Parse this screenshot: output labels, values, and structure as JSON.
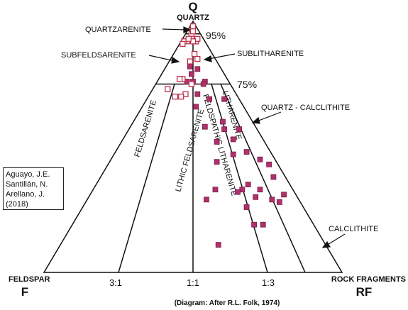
{
  "apex": {
    "top_letter": "Q",
    "top_name": "QUARTZ"
  },
  "corners": {
    "left_name": "FELDSPAR",
    "left_letter": "F",
    "right_name": "ROCK FRAGMENTS",
    "right_letter": "RF"
  },
  "percent_lines": {
    "upper": "95%",
    "lower": "75%"
  },
  "ratios": {
    "r31": "3:1",
    "r11": "1:1",
    "r13": "1:3"
  },
  "fields": {
    "quartzarenite": "QUARTZARENITE",
    "subfeldsarenite": "SUBFELDSARENITE",
    "sublitharenite": "SUBLITHARENITE",
    "quartz_calclithite": "QUARTZ - CALCLITHITE",
    "feldsarenite": "FELDSARENITE",
    "lithic_feldsarenite": "LITHIC FELDSARENITE",
    "feldspathic_litharenite": "FELDSPATHIC LITHARENITE",
    "litharenite": "LITHARENITE",
    "calclithite": "CALCLITHITE"
  },
  "credit_box": [
    "Aguayo, J.E.",
    "Santillán, N.",
    "Arellano, J.",
    "(2018)"
  ],
  "caption": "(Diagram: After R.L. Folk, 1974)",
  "colors": {
    "line": "#111111",
    "filled_sample": "#b0306a",
    "filled_sample_edge": "#7a1d48",
    "hollow_sample": "#c0304a"
  },
  "chart_data": {
    "type": "scatter",
    "series": [
      {
        "marker": "filled-square",
        "points": [
          [
            0.07,
            0.65
          ],
          [
            0.04,
            0.65
          ],
          [
            0.09,
            0.62
          ],
          [
            0.17,
            0.64
          ],
          [
            0.2,
            0.61
          ],
          [
            0.11,
            0.56
          ],
          [
            0.04,
            0.58
          ],
          [
            0.14,
            0.56
          ],
          [
            0.19,
            0.55
          ],
          [
            0.03,
            0.54
          ],
          [
            0.36,
            0.53
          ],
          [
            0.14,
            0.51
          ],
          [
            0.17,
            0.5
          ],
          [
            0.05,
            0.5
          ],
          [
            0.19,
            0.49
          ],
          [
            0.08,
            0.44
          ],
          [
            0.26,
            0.41
          ],
          [
            0.31,
            0.4
          ],
          [
            0.13,
            0.4
          ],
          [
            0.1,
            0.37
          ],
          [
            0.06,
            0.37
          ],
          [
            0.2,
            0.36
          ],
          [
            0.11,
            0.32
          ],
          [
            0.16,
            0.32
          ],
          [
            0.1,
            0.3
          ],
          [
            0.05,
            0.26
          ],
          [
            0.1,
            0.21
          ],
          [
            0.17,
            0.25
          ],
          [
            0.08,
            0.16
          ],
          [
            0.16,
            0.18
          ],
          [
            0.13,
            0.16
          ],
          [
            0.09,
            0.16
          ],
          [
            0.12,
            0.12
          ],
          [
            0.11,
            0.1
          ],
          [
            0.08,
            0.11
          ],
          [
            0.14,
            0.1
          ],
          [
            0.1,
            0.08
          ]
        ]
      },
      {
        "marker": "hollow-square",
        "points": [
          [
            0.13,
            0.12
          ],
          [
            0.17,
            0.12
          ],
          [
            0.15,
            0.08
          ],
          [
            0.19,
            0.11
          ],
          [
            0.21,
            0.09
          ],
          [
            0.16,
            0.07
          ],
          [
            0.22,
            0.05
          ],
          [
            0.06,
            0.09
          ],
          [
            0.09,
            0.07
          ],
          [
            0.06,
            0.07
          ],
          [
            0.03,
            0.05
          ],
          [
            0.04,
            0.03
          ],
          [
            0.02,
            0.05
          ],
          [
            0.04,
            0.04
          ],
          [
            0.06,
            0.02
          ],
          [
            0.07,
            0.01
          ],
          [
            0.08,
            0.01
          ],
          [
            0.03,
            0.02
          ],
          [
            0.01,
            0.01
          ],
          [
            0.05,
            0.02
          ],
          [
            0.02,
            0.02
          ]
        ]
      }
    ]
  }
}
